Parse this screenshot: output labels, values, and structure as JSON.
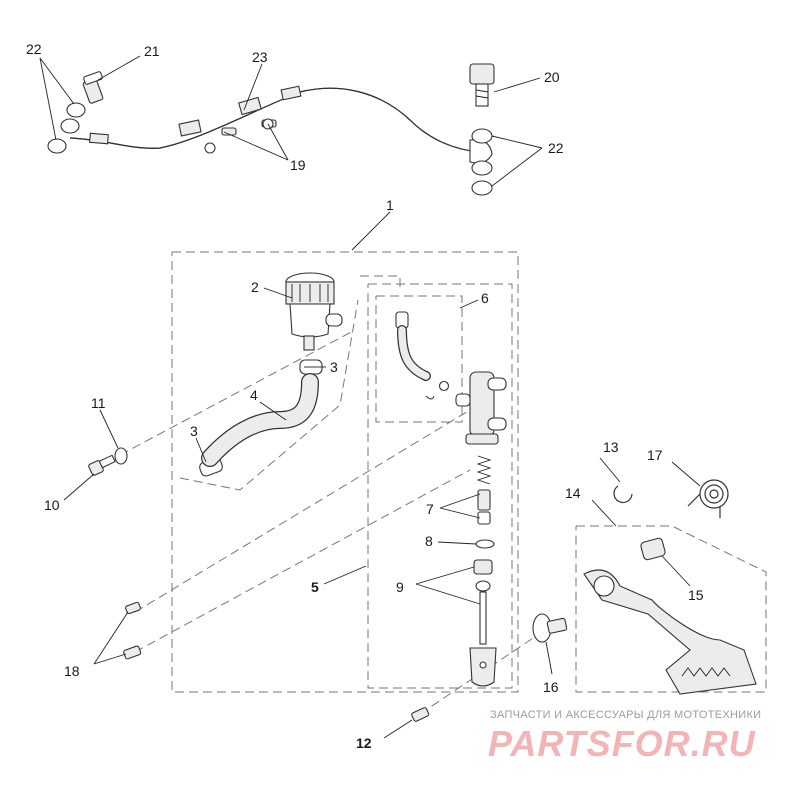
{
  "diagram": {
    "callouts": [
      {
        "id": "c1",
        "text": "1"
      },
      {
        "id": "c2",
        "text": "2"
      },
      {
        "id": "c3a",
        "text": "3"
      },
      {
        "id": "c3b",
        "text": "3"
      },
      {
        "id": "c4",
        "text": "4"
      },
      {
        "id": "c5",
        "text": "5"
      },
      {
        "id": "c6",
        "text": "6"
      },
      {
        "id": "c7",
        "text": "7"
      },
      {
        "id": "c8",
        "text": "8"
      },
      {
        "id": "c9",
        "text": "9"
      },
      {
        "id": "c10",
        "text": "10"
      },
      {
        "id": "c11",
        "text": "11"
      },
      {
        "id": "c12",
        "text": "12"
      },
      {
        "id": "c13",
        "text": "13"
      },
      {
        "id": "c14",
        "text": "14"
      },
      {
        "id": "c15",
        "text": "15"
      },
      {
        "id": "c16",
        "text": "16"
      },
      {
        "id": "c17",
        "text": "17"
      },
      {
        "id": "c18",
        "text": "18"
      },
      {
        "id": "c19",
        "text": "19"
      },
      {
        "id": "c20",
        "text": "20"
      },
      {
        "id": "c21",
        "text": "21"
      },
      {
        "id": "c22a",
        "text": "22"
      },
      {
        "id": "c22b",
        "text": "22"
      },
      {
        "id": "c23",
        "text": "23"
      }
    ]
  },
  "watermark": {
    "caption": "ЗАПЧАСТИ И АКСЕССУАРЫ ДЛЯ МОТОТЕХНИКИ",
    "logo": "PARTSFOR.RU"
  }
}
